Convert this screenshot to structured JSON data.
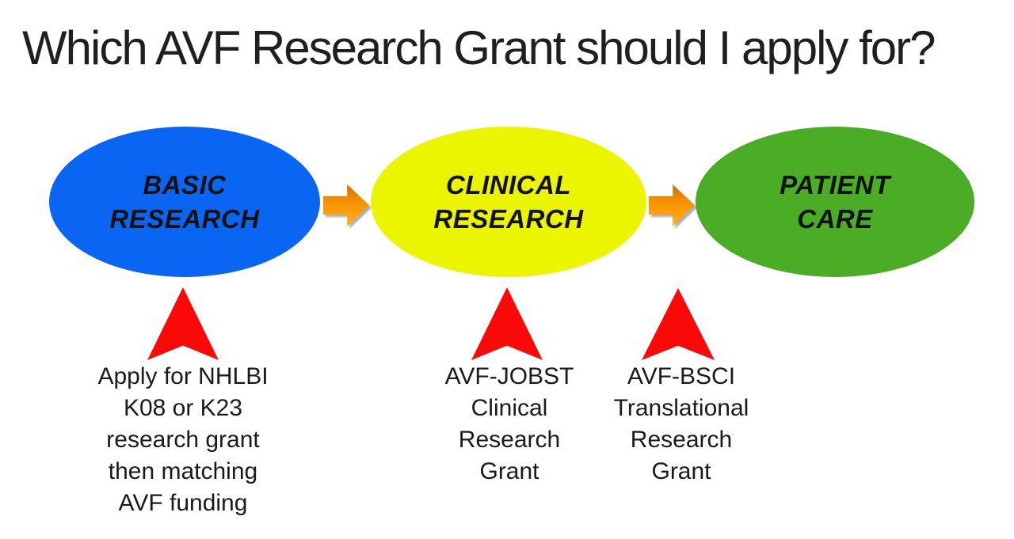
{
  "title": "Which AVF Research Grant should I apply for?",
  "colors": {
    "basic_research_fill": "#0A66F2",
    "clinical_research_fill": "#ECF500",
    "patient_care_fill": "#4AAD25",
    "flow_arrow_fill": "#F59400",
    "pointer_fill": "#FB0808",
    "text": "#1A1A1A"
  },
  "diagram": {
    "stages": [
      {
        "id": "basic-research",
        "fill": "#0A66F2",
        "lines": [
          "BASIC",
          "RESEARCH"
        ]
      },
      {
        "id": "clinical-research",
        "fill": "#ECF500",
        "lines": [
          "CLINICAL",
          "RESEARCH"
        ]
      },
      {
        "id": "patient-care",
        "fill": "#4AAD25",
        "lines": [
          "PATIENT",
          "CARE"
        ]
      }
    ],
    "connectors": [
      {
        "id": "basic-to-clinical",
        "type": "right-arrow"
      },
      {
        "id": "clinical-to-patient",
        "type": "right-arrow"
      }
    ],
    "callouts": [
      {
        "target": "basic-research",
        "lines": [
          "Apply for NHLBI",
          "K08 or K23",
          "research grant",
          "then matching",
          "AVF funding"
        ]
      },
      {
        "target": "clinical-research",
        "lines": [
          "AVF-JOBST",
          "Clinical",
          "Research",
          "Grant"
        ]
      },
      {
        "target": "clinical-to-patient",
        "lines": [
          "AVF-BSCI",
          "Translational",
          "Research",
          "Grant"
        ]
      }
    ]
  }
}
